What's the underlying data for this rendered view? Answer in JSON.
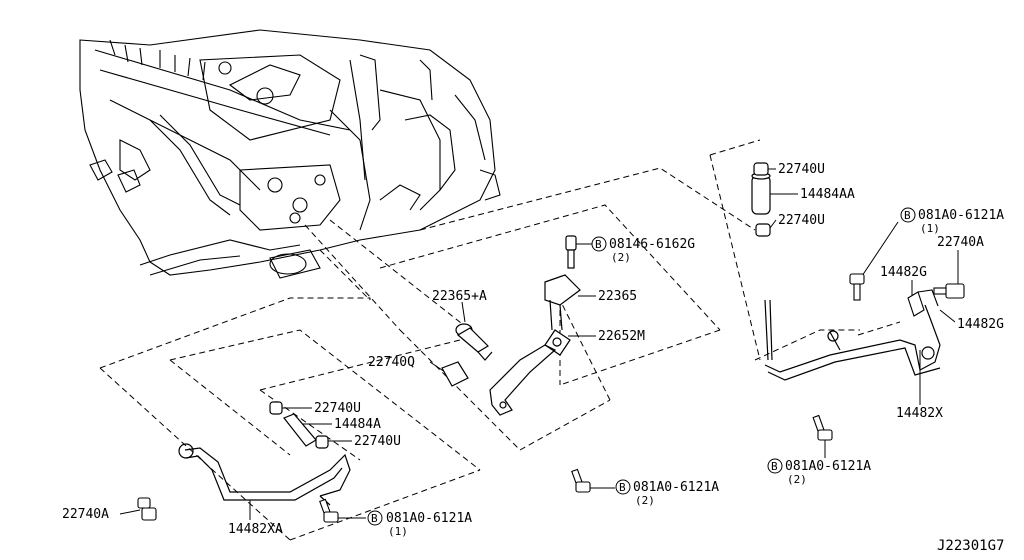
{
  "parts": {
    "p22740U_top": "22740U",
    "p14484AA": "14484AA",
    "p22740U_mid": "22740U",
    "p081A0_r1": "081A0-6121A",
    "p081A0_r1_qty": "(1)",
    "p22740A_right": "22740A",
    "p14482G_a": "14482G",
    "p14482G_b": "14482G",
    "p14482X": "14482X",
    "p081A0_r2": "081A0-6121A",
    "p081A0_r2_qty": "(2)",
    "p08146": "08146-6162G",
    "p08146_qty": "(2)",
    "p22365A": "22365+A",
    "p22365": "22365",
    "p22652M": "22652M",
    "p22740Q": "22740Q",
    "p081A0_c": "081A0-6121A",
    "p081A0_c_qty": "(2)",
    "p22740U_l1": "22740U",
    "p14484A": "14484A",
    "p22740U_l2": "22740U",
    "p22740A_left": "22740A",
    "p14482XA": "14482XA",
    "p081A0_l": "081A0-6121A",
    "p081A0_l_qty": "(1)",
    "bolt_symbol": "B"
  },
  "diagram_code": "J22301G7"
}
